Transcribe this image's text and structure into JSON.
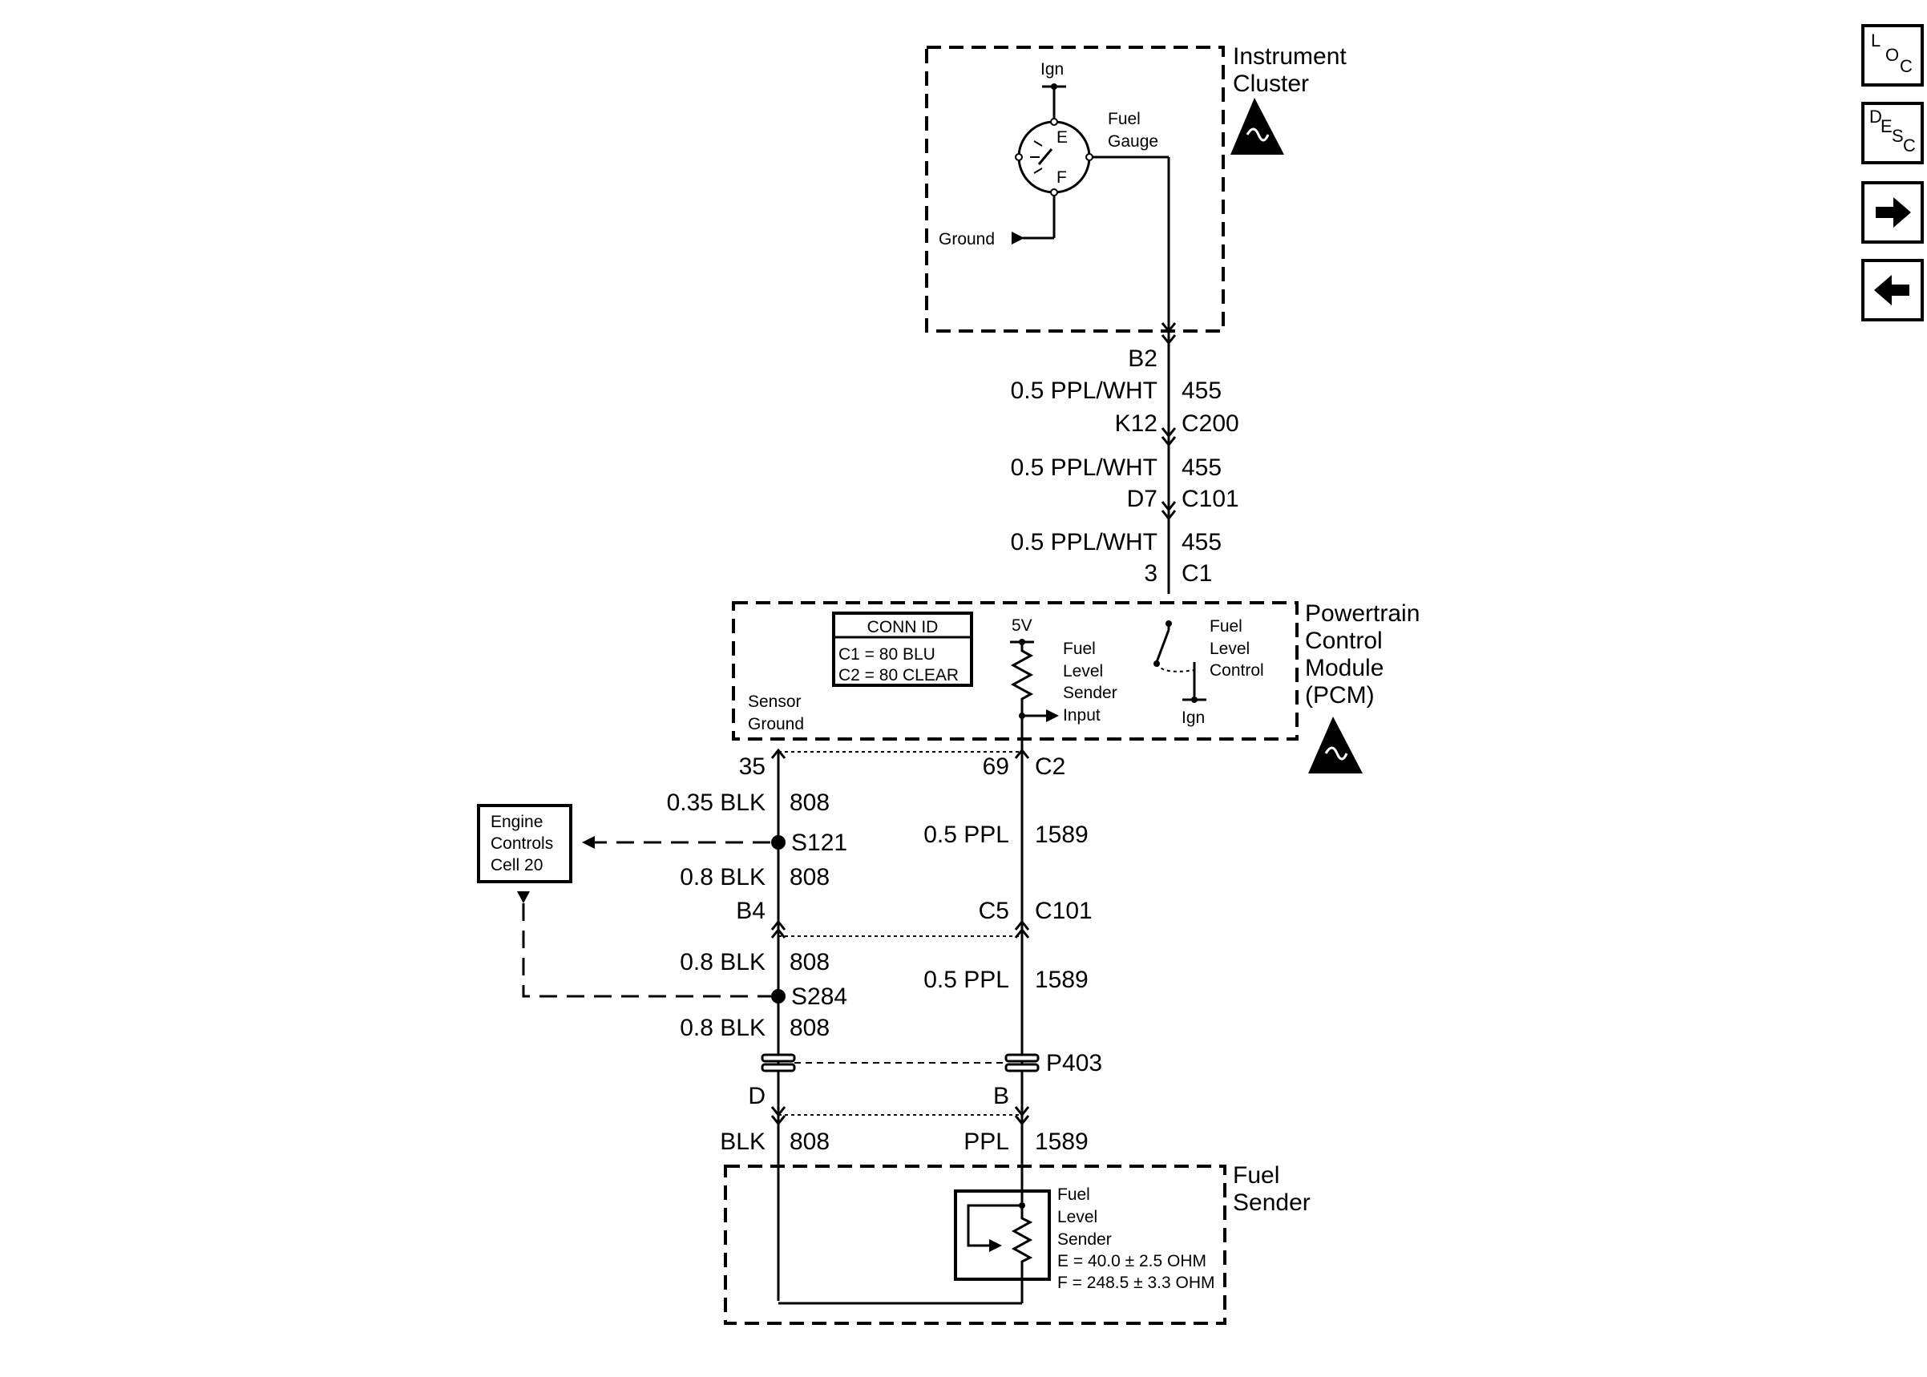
{
  "instrument_cluster": {
    "title_line1": "Instrument",
    "title_line2": "Cluster",
    "ign": "Ign",
    "gauge_e": "E",
    "gauge_f": "F",
    "fuel_gauge_line1": "Fuel",
    "fuel_gauge_line2": "Gauge",
    "ground": "Ground"
  },
  "circuit_455": {
    "pin_b2": "B2",
    "wire1_color": "0.5 PPL/WHT",
    "wire1_circuit": "455",
    "pin_k12": "K12",
    "conn_c200": "C200",
    "wire2_color": "0.5 PPL/WHT",
    "wire2_circuit": "455",
    "pin_d7": "D7",
    "conn_c101": "C101",
    "wire3_color": "0.5 PPL/WHT",
    "wire3_circuit": "455",
    "pin_3": "3",
    "conn_c1": "C1"
  },
  "pcm": {
    "title_line1": "Powertrain",
    "title_line2": "Control",
    "title_line3": "Module",
    "title_line4": "(PCM)",
    "conn_id_header": "CONN ID",
    "conn_id_c1": "C1 = 80 BLU",
    "conn_id_c2": "C2 = 80 CLEAR",
    "five_volt": "5V",
    "sender_input_line1": "Fuel",
    "sender_input_line2": "Level",
    "sender_input_line3": "Sender",
    "sender_input_line4": "Input",
    "control_line1": "Fuel",
    "control_line2": "Level",
    "control_line3": "Control",
    "ign": "Ign",
    "sensor_ground_line1": "Sensor",
    "sensor_ground_line2": "Ground"
  },
  "ground_circuit": {
    "pin_35": "35",
    "wire1_color": "0.35 BLK",
    "wire1_circuit": "808",
    "splice_s121": "S121",
    "wire2_color": "0.8 BLK",
    "wire2_circuit": "808",
    "pin_b4": "B4",
    "wire3_color": "0.8 BLK",
    "wire3_circuit": "808",
    "splice_s284": "S284",
    "wire4_color": "0.8 BLK",
    "wire4_circuit": "808",
    "pin_d": "D",
    "wire5_color": "BLK",
    "wire5_circuit": "808"
  },
  "sender_circuit": {
    "pin_69": "69",
    "conn_c2": "C2",
    "wire1_color": "0.5 PPL",
    "wire1_circuit": "1589",
    "pin_c5": "C5",
    "conn_c101": "C101",
    "wire2_color": "0.5 PPL",
    "wire2_circuit": "1589",
    "conn_p403": "P403",
    "pin_b": "B",
    "wire3_color": "PPL",
    "wire3_circuit": "1589"
  },
  "engine_controls": {
    "line1": "Engine",
    "line2": "Controls",
    "line3": "Cell 20"
  },
  "fuel_sender": {
    "title_line1": "Fuel",
    "title_line2": "Sender",
    "label_line1": "Fuel",
    "label_line2": "Level",
    "label_line3": "Sender",
    "spec_e": "E = 40.0 ± 2.5 OHM",
    "spec_f": "F = 248.5 ± 3.3 OHM"
  },
  "nav": {
    "loc_l": "L",
    "loc_o": "O",
    "loc_c": "C",
    "desc_d": "D",
    "desc_e": "E",
    "desc_s": "S",
    "desc_c": "C"
  }
}
